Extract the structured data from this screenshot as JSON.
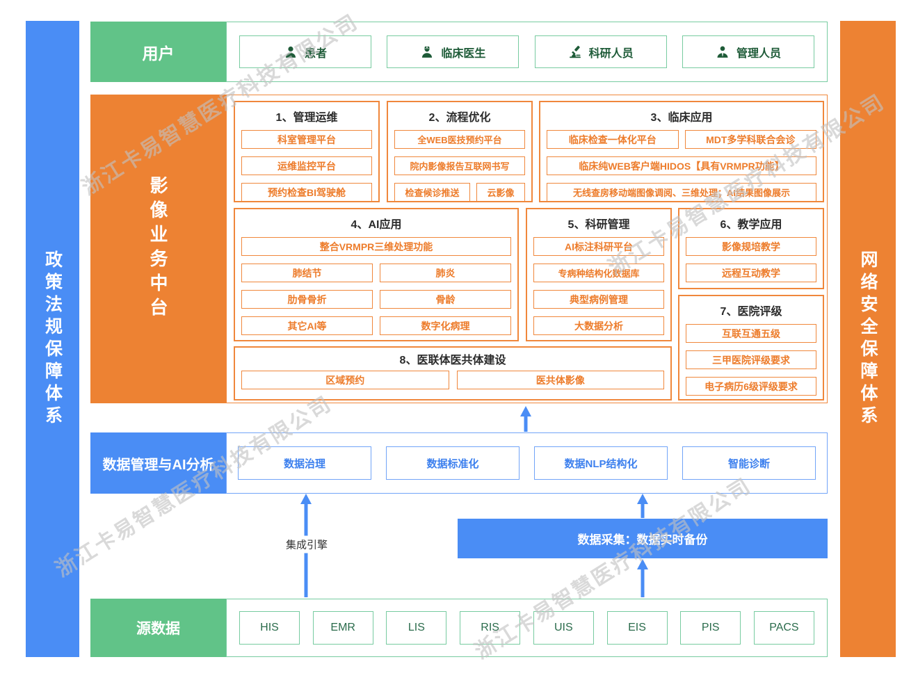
{
  "watermark": {
    "text": "浙江卡易智慧医疗科技有限公司"
  },
  "colors": {
    "green": "#61C388",
    "orange": "#ED8233",
    "blue": "#4A8DF5"
  },
  "side_bars": {
    "left": "政策法规保障体系",
    "right": "网络安全保障体系"
  },
  "user_row": {
    "label": "用户",
    "items": [
      {
        "icon": "patient-icon",
        "label": "患者"
      },
      {
        "icon": "doctor-icon",
        "label": "临床医生"
      },
      {
        "icon": "microscope-icon",
        "label": "科研人员"
      },
      {
        "icon": "admin-icon",
        "label": "管理人员"
      }
    ]
  },
  "platform": {
    "label": "影像业务中台",
    "sections": {
      "s1": {
        "title": "1、管理运维",
        "items": [
          "科室管理平台",
          "运维监控平台",
          "预约检查BI驾驶舱"
        ]
      },
      "s2": {
        "title": "2、流程优化",
        "items": [
          "全WEB医技预约平台",
          "院内影像报告互联网书写",
          "检查候诊推送",
          "云影像"
        ]
      },
      "s3": {
        "title": "3、临床应用",
        "items": [
          "临床检查一体化平台",
          "MDT多学科联合会诊",
          "临床纯WEB客户端HIDOS【具有VRMPR功能】",
          "无线查房移动端图像调阅、三维处理；AI结果图像展示"
        ]
      },
      "s4": {
        "title": "4、AI应用",
        "items": [
          "整合VRMPR三维处理功能",
          "肺结节",
          "肺炎",
          "肋骨骨折",
          "骨龄",
          "其它AI等",
          "数字化病理"
        ]
      },
      "s5": {
        "title": "5、科研管理",
        "items": [
          "AI标注科研平台",
          "专病种结构化数据库",
          "典型病例管理",
          "大数据分析"
        ]
      },
      "s6": {
        "title": "6、教学应用",
        "items": [
          "影像规培教学",
          "远程互动教学"
        ]
      },
      "s7": {
        "title": "7、医院评级",
        "items": [
          "互联互通五级",
          "三甲医院评级要求",
          "电子病历6级评级要求"
        ]
      },
      "s8": {
        "title": "8、医联体医共体建设",
        "items": [
          "区域预约",
          "医共体影像"
        ]
      }
    }
  },
  "data_mgmt": {
    "label": "数据管理与AI分析",
    "items": [
      "数据治理",
      "数据标准化",
      "数据NLP结构化",
      "智能诊断"
    ]
  },
  "integration": {
    "engine_label": "集成引擎",
    "collect_label": "数据采集：数据实时备份"
  },
  "source_row": {
    "label": "源数据",
    "items": [
      "HIS",
      "EMR",
      "LIS",
      "RIS",
      "UIS",
      "EIS",
      "PIS",
      "PACS"
    ]
  }
}
